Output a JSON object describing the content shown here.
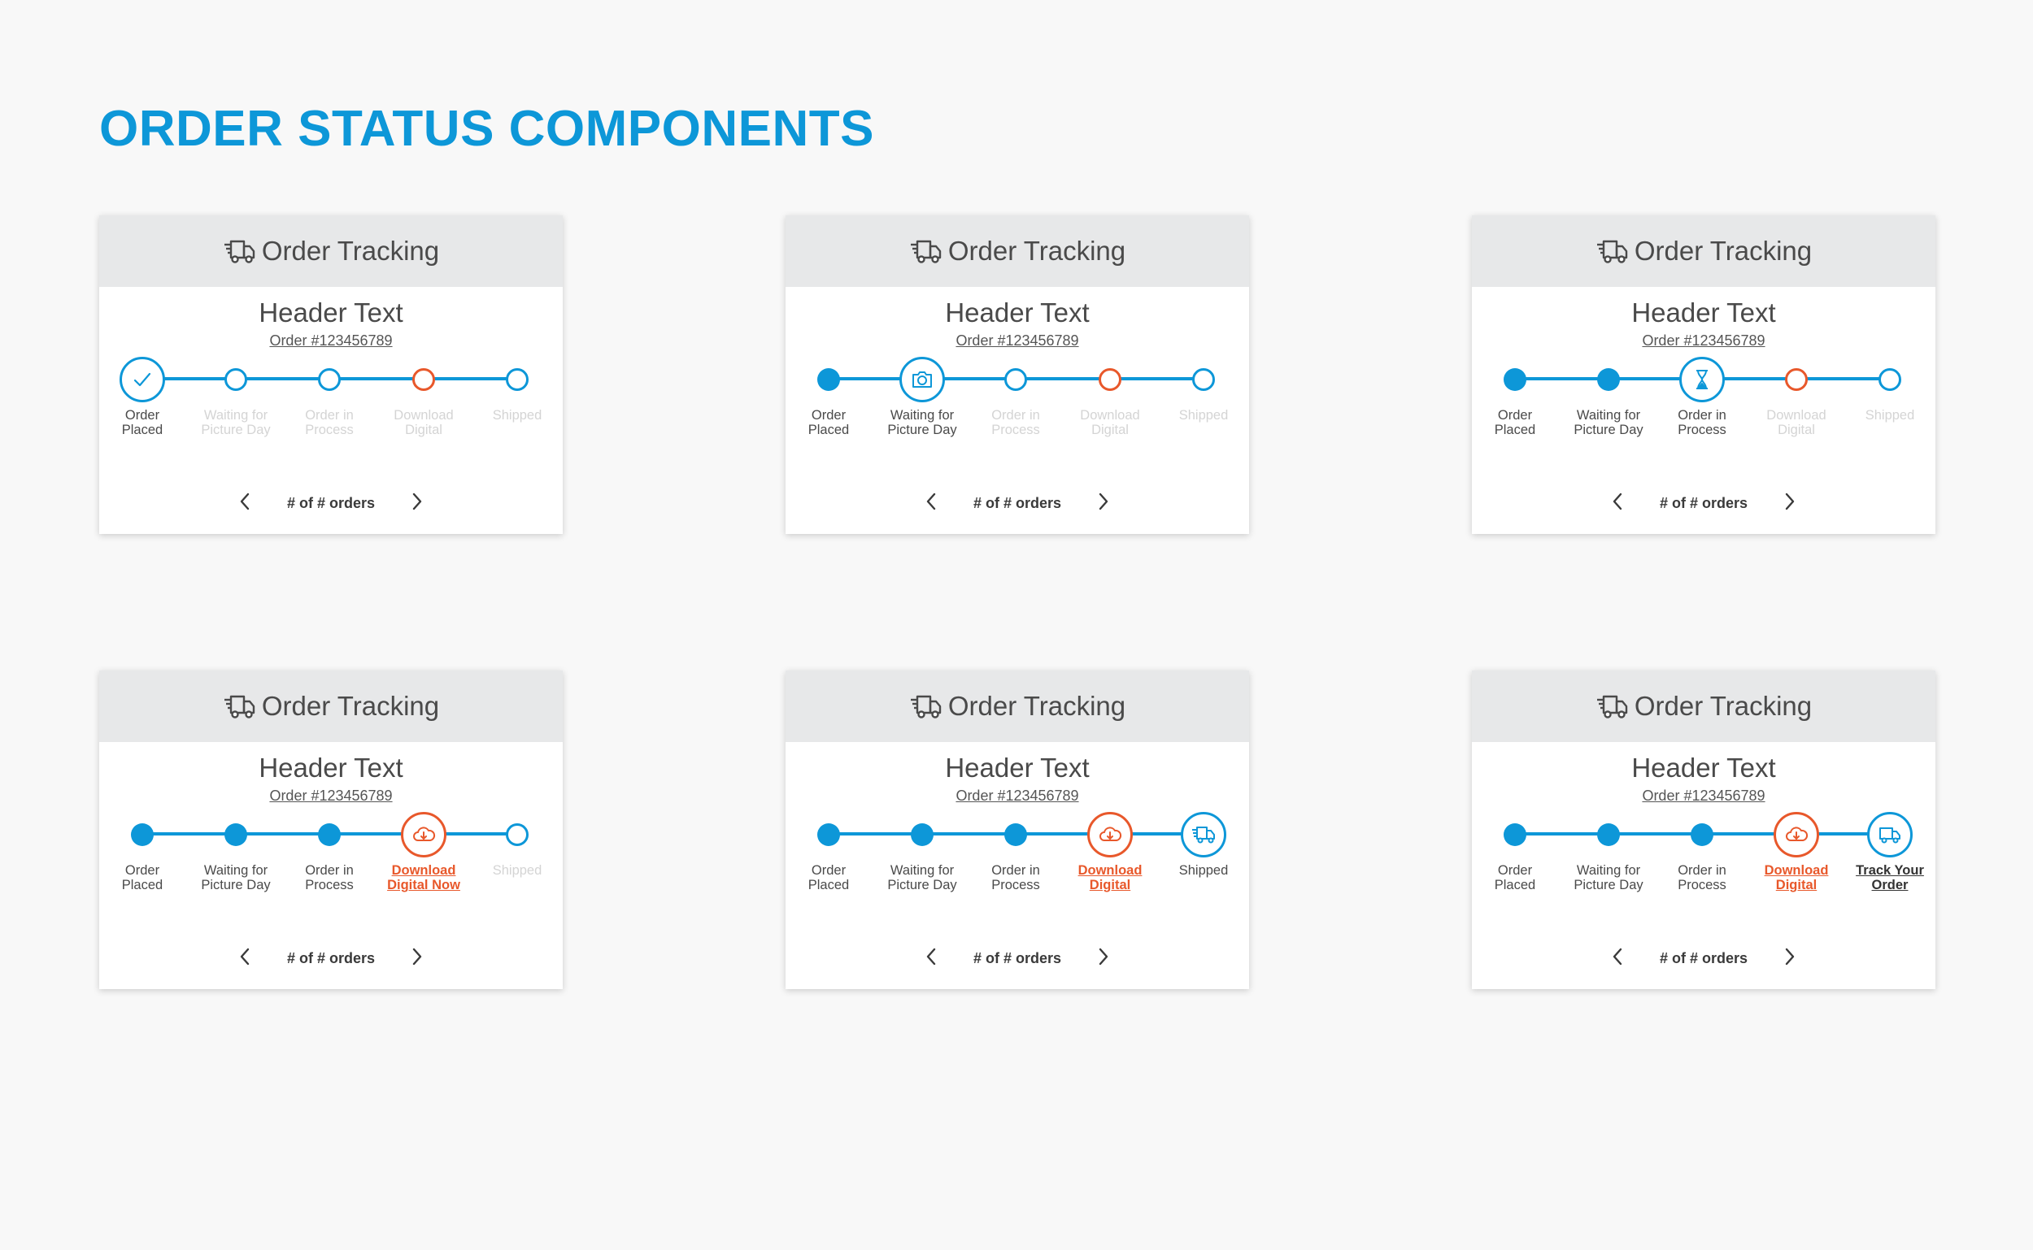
{
  "title": "ORDER STATUS COMPONENTS",
  "colors": {
    "accent": "#0d97d8",
    "orange": "#e8582b",
    "header_bg": "#e7e8e9",
    "muted": "#d4d4d4"
  },
  "cards": [
    {
      "head_label": "Order Tracking",
      "header_text": "Header Text",
      "order_number": "Order #123456789",
      "pager_text": "# of # orders",
      "steps": [
        {
          "label_line1": "Order",
          "label_line2": "Placed",
          "node": "big-check-icon",
          "label_style": "normal"
        },
        {
          "label_line1": "Waiting for",
          "label_line2": "Picture Day",
          "node": "dot-empty",
          "label_style": "muted"
        },
        {
          "label_line1": "Order in",
          "label_line2": "Process",
          "node": "dot-empty",
          "label_style": "muted"
        },
        {
          "label_line1": "Download",
          "label_line2": "Digital",
          "node": "dot-orange",
          "label_style": "muted"
        },
        {
          "label_line1": "Shipped",
          "label_line2": "",
          "node": "dot-empty",
          "label_style": "muted"
        }
      ]
    },
    {
      "head_label": "Order Tracking",
      "header_text": "Header Text",
      "order_number": "Order #123456789",
      "pager_text": "# of # orders",
      "steps": [
        {
          "label_line1": "Order",
          "label_line2": "Placed",
          "node": "dot-filled",
          "label_style": "normal"
        },
        {
          "label_line1": "Waiting for",
          "label_line2": "Picture Day",
          "node": "big-camera-icon",
          "label_style": "normal"
        },
        {
          "label_line1": "Order in",
          "label_line2": "Process",
          "node": "dot-empty",
          "label_style": "muted"
        },
        {
          "label_line1": "Download",
          "label_line2": "Digital",
          "node": "dot-orange",
          "label_style": "muted"
        },
        {
          "label_line1": "Shipped",
          "label_line2": "",
          "node": "dot-empty",
          "label_style": "muted"
        }
      ]
    },
    {
      "head_label": "Order Tracking",
      "header_text": "Header Text",
      "order_number": "Order #123456789",
      "pager_text": "# of # orders",
      "steps": [
        {
          "label_line1": "Order",
          "label_line2": "Placed",
          "node": "dot-filled",
          "label_style": "normal"
        },
        {
          "label_line1": "Waiting for",
          "label_line2": "Picture Day",
          "node": "dot-filled",
          "label_style": "normal"
        },
        {
          "label_line1": "Order in",
          "label_line2": "Process",
          "node": "big-hourglass-icon",
          "label_style": "normal"
        },
        {
          "label_line1": "Download",
          "label_line2": "Digital",
          "node": "dot-orange",
          "label_style": "muted"
        },
        {
          "label_line1": "Shipped",
          "label_line2": "",
          "node": "dot-empty",
          "label_style": "muted"
        }
      ]
    },
    {
      "head_label": "Order Tracking",
      "header_text": "Header Text",
      "order_number": "Order #123456789",
      "pager_text": "# of # orders",
      "steps": [
        {
          "label_line1": "Order",
          "label_line2": "Placed",
          "node": "dot-filled",
          "label_style": "normal"
        },
        {
          "label_line1": "Waiting for",
          "label_line2": "Picture Day",
          "node": "dot-filled",
          "label_style": "normal"
        },
        {
          "label_line1": "Order in",
          "label_line2": "Process",
          "node": "dot-filled",
          "label_style": "normal"
        },
        {
          "label_line1": "Download",
          "label_line2": "Digital Now",
          "node": "big-cloud-download-icon",
          "label_style": "orange"
        },
        {
          "label_line1": "Shipped",
          "label_line2": "",
          "node": "dot-empty",
          "label_style": "muted"
        }
      ]
    },
    {
      "head_label": "Order Tracking",
      "header_text": "Header Text",
      "order_number": "Order #123456789",
      "pager_text": "# of # orders",
      "steps": [
        {
          "label_line1": "Order",
          "label_line2": "Placed",
          "node": "dot-filled",
          "label_style": "normal"
        },
        {
          "label_line1": "Waiting for",
          "label_line2": "Picture Day",
          "node": "dot-filled",
          "label_style": "normal"
        },
        {
          "label_line1": "Order in",
          "label_line2": "Process",
          "node": "dot-filled",
          "label_style": "normal"
        },
        {
          "label_line1": "Download",
          "label_line2": "Digital",
          "node": "big-cloud-download-icon",
          "label_style": "orange"
        },
        {
          "label_line1": "Shipped",
          "label_line2": "",
          "node": "big-fast-truck-icon",
          "label_style": "normal"
        }
      ]
    },
    {
      "head_label": "Order Tracking",
      "header_text": "Header Text",
      "order_number": "Order #123456789",
      "pager_text": "# of # orders",
      "steps": [
        {
          "label_line1": "Order",
          "label_line2": "Placed",
          "node": "dot-filled",
          "label_style": "normal"
        },
        {
          "label_line1": "Waiting for",
          "label_line2": "Picture Day",
          "node": "dot-filled",
          "label_style": "normal"
        },
        {
          "label_line1": "Order in",
          "label_line2": "Process",
          "node": "dot-filled",
          "label_style": "normal"
        },
        {
          "label_line1": "Download",
          "label_line2": "Digital",
          "node": "big-cloud-download-icon",
          "label_style": "orange"
        },
        {
          "label_line1": "Track Your",
          "label_line2": "Order",
          "node": "big-truck-icon",
          "label_style": "link"
        }
      ]
    }
  ]
}
